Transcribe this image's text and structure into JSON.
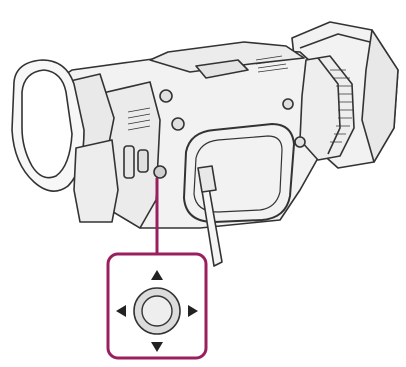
{
  "illustration": {
    "subject": "camcorder",
    "highlighted_control": "multi-selector-button",
    "callout_colors": {
      "accent": "#9B1F5E",
      "body_fill": "#F2F2F2",
      "outline": "#333333",
      "button_fill": "#D9D9D9"
    },
    "direction_glyphs": [
      "up",
      "down",
      "left",
      "right"
    ]
  }
}
